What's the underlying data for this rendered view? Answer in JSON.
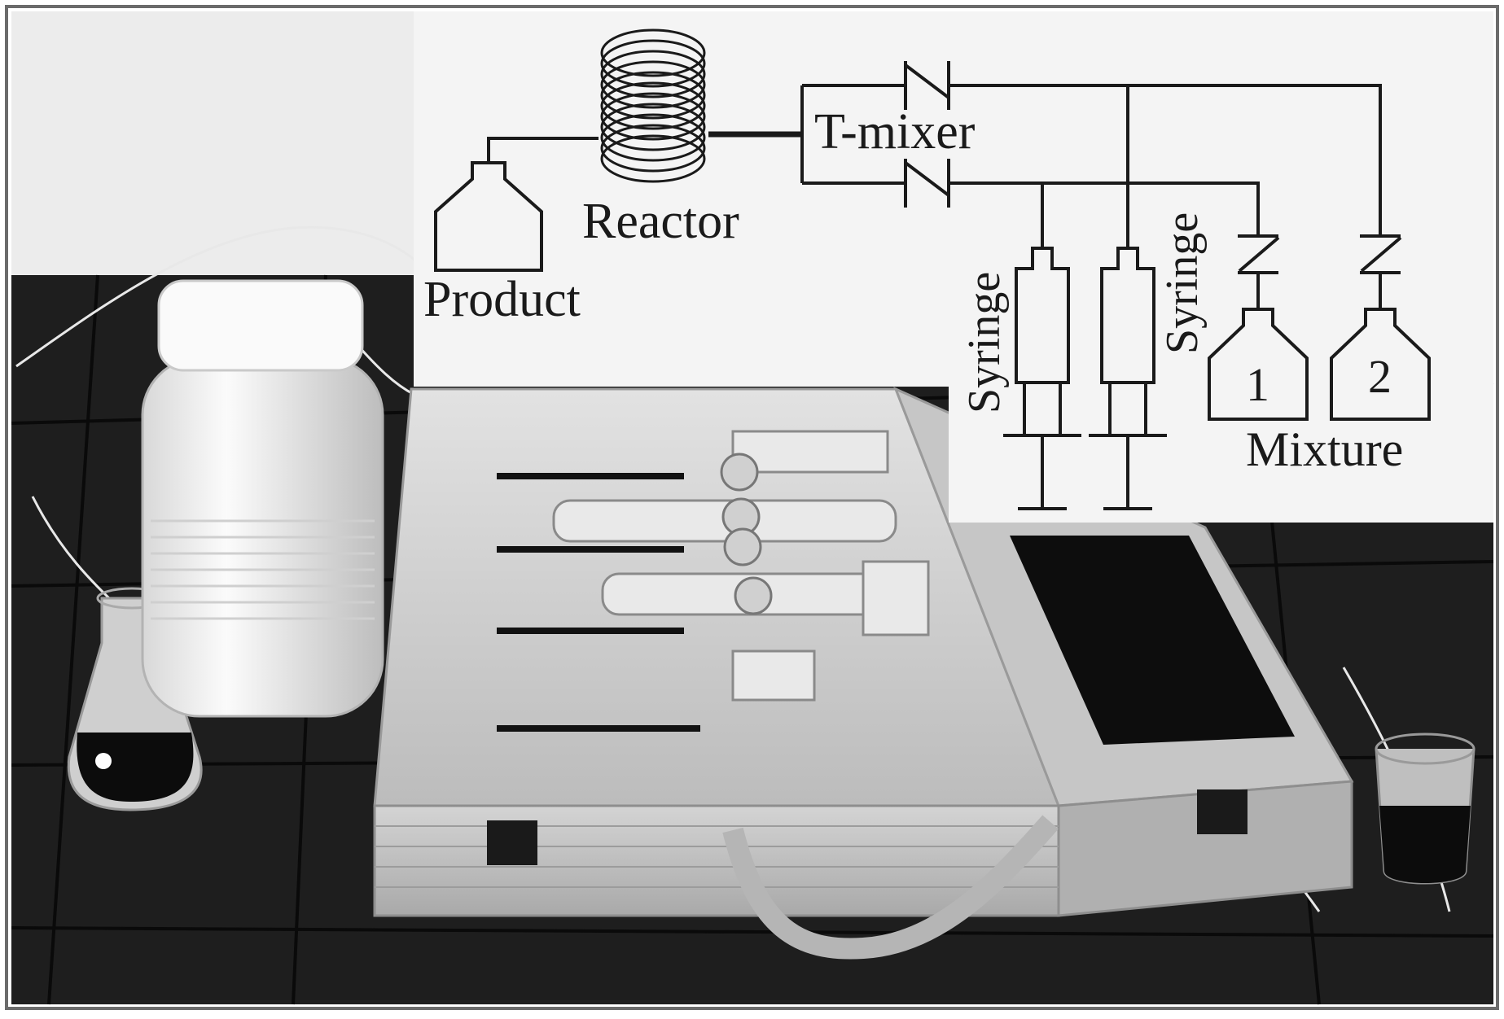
{
  "figure": {
    "labels": {
      "product": "Product",
      "reactor": "Reactor",
      "t_mixer": "T-mixer",
      "syringe_left": "Syringe",
      "syringe_right": "Syringe",
      "bottle_1": "1",
      "bottle_2": "2",
      "mixture": "Mixture"
    },
    "colors": {
      "line": "#1a1a1a",
      "diagram_bg": "#f4f4f4",
      "floor": "#1e1e1e",
      "wall": "#ececec",
      "case": "#cfcfcf",
      "panel": "#0d0d0d"
    },
    "icons": [
      "bottle-icon",
      "coil-icon",
      "check-valve-icon",
      "syringe-icon",
      "flask-icon",
      "jar-icon",
      "beaker-icon"
    ]
  }
}
